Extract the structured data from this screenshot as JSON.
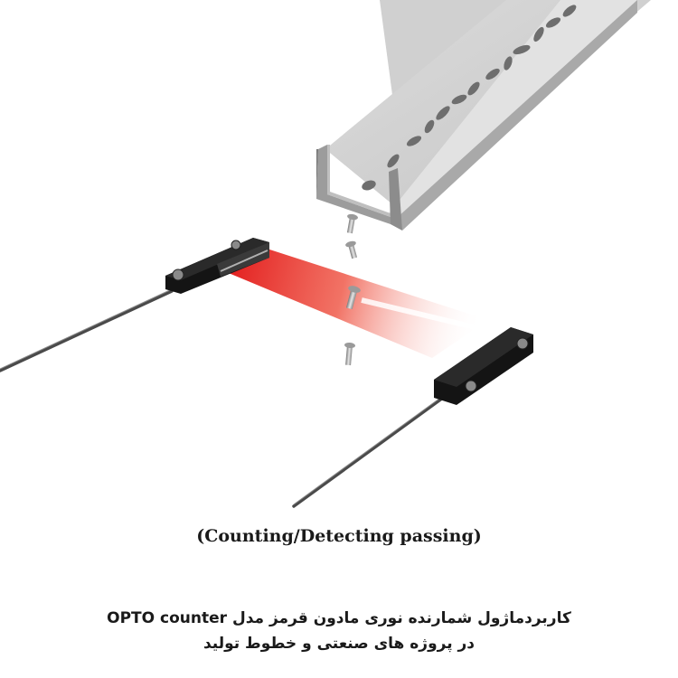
{
  "caption": {
    "english": "(Counting/Detecting passing)",
    "persian_line1": "کاربردماژول شمارنده نوری مادون قرمز مدل OPTO counter",
    "persian_line2": "در پروژه های صنعتی و خطوط تولید"
  },
  "colors": {
    "beam": "#e31e1e",
    "sensor": "#141414",
    "rail": "#c9c9c9",
    "screw": "#a8a8a8"
  }
}
